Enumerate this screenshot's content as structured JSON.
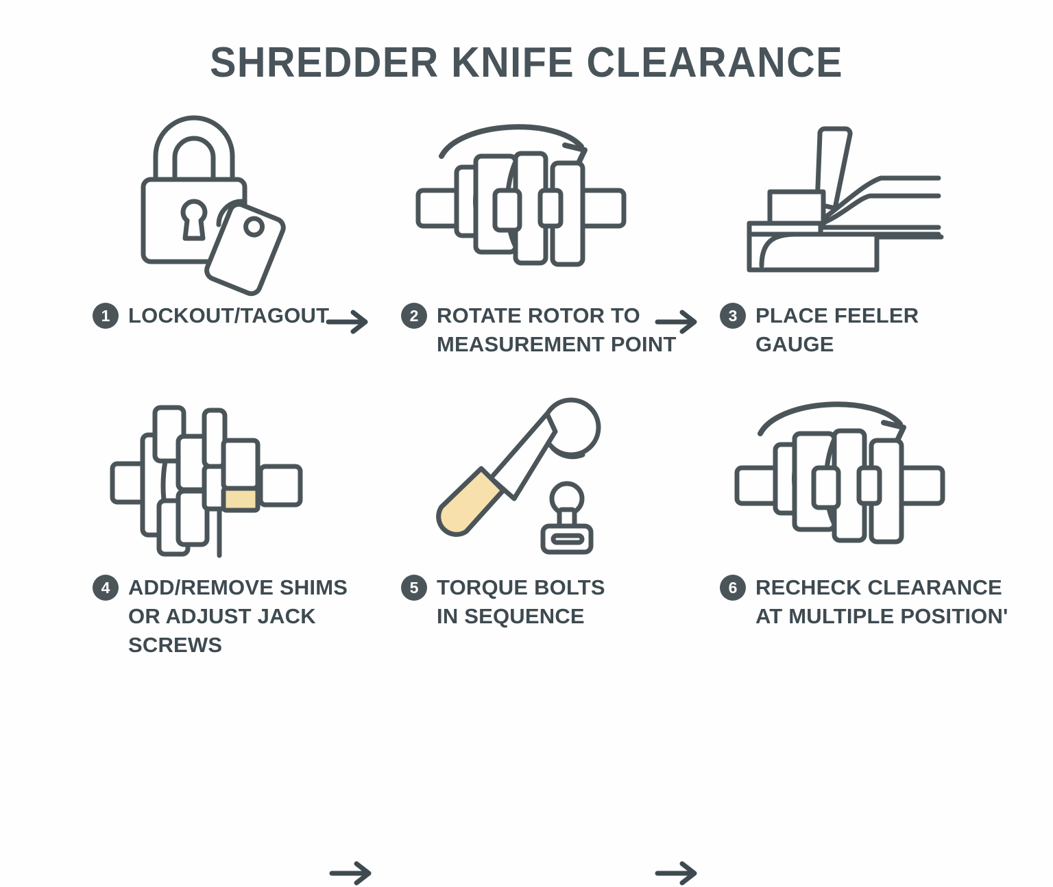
{
  "title": "SHREDDER KNIFE CLEARANCE",
  "colors": {
    "background": "#fefefe",
    "ink": "#4b5559",
    "text": "#3e4a50",
    "badge_fill": "#4b5559",
    "badge_text": "#ffffff",
    "accent_shim": "#f5dfa8",
    "accent_handle": "#f7e0ac"
  },
  "steps": [
    {
      "number": "1",
      "icon": "padlock-tag-icon",
      "lines": [
        "LOCKOUT/TAGOUT"
      ]
    },
    {
      "number": "2",
      "icon": "rotor-rotation-icon",
      "lines": [
        "ROTATE ROTOR TO",
        "MEASUREMENT POINT"
      ]
    },
    {
      "number": "3",
      "icon": "feeler-gauge-icon",
      "lines": [
        "PLACE FEELER",
        "GAUGE"
      ]
    },
    {
      "number": "4",
      "icon": "rotor-shim-icon",
      "lines": [
        "ADD/REMOVE SHIMS",
        "OR ADJUST JACK",
        "SCREWS"
      ]
    },
    {
      "number": "5",
      "icon": "torque-wrench-bolt-icon",
      "lines": [
        "TORQUE BOLTS",
        "IN SEQUENCE"
      ]
    },
    {
      "number": "6",
      "icon": "rotor-rotation-icon",
      "lines": [
        "RECHECK CLEARANCE",
        "AT MULTIPLE POSITION'"
      ]
    }
  ],
  "connectors": [
    {
      "name": "arrow-step1-to-step2",
      "direction": "right"
    },
    {
      "name": "arrow-step2-to-step3",
      "direction": "right"
    },
    {
      "name": "arrow-step4-to-step5",
      "direction": "right"
    },
    {
      "name": "arrow-step5-to-step6",
      "direction": "right"
    }
  ]
}
